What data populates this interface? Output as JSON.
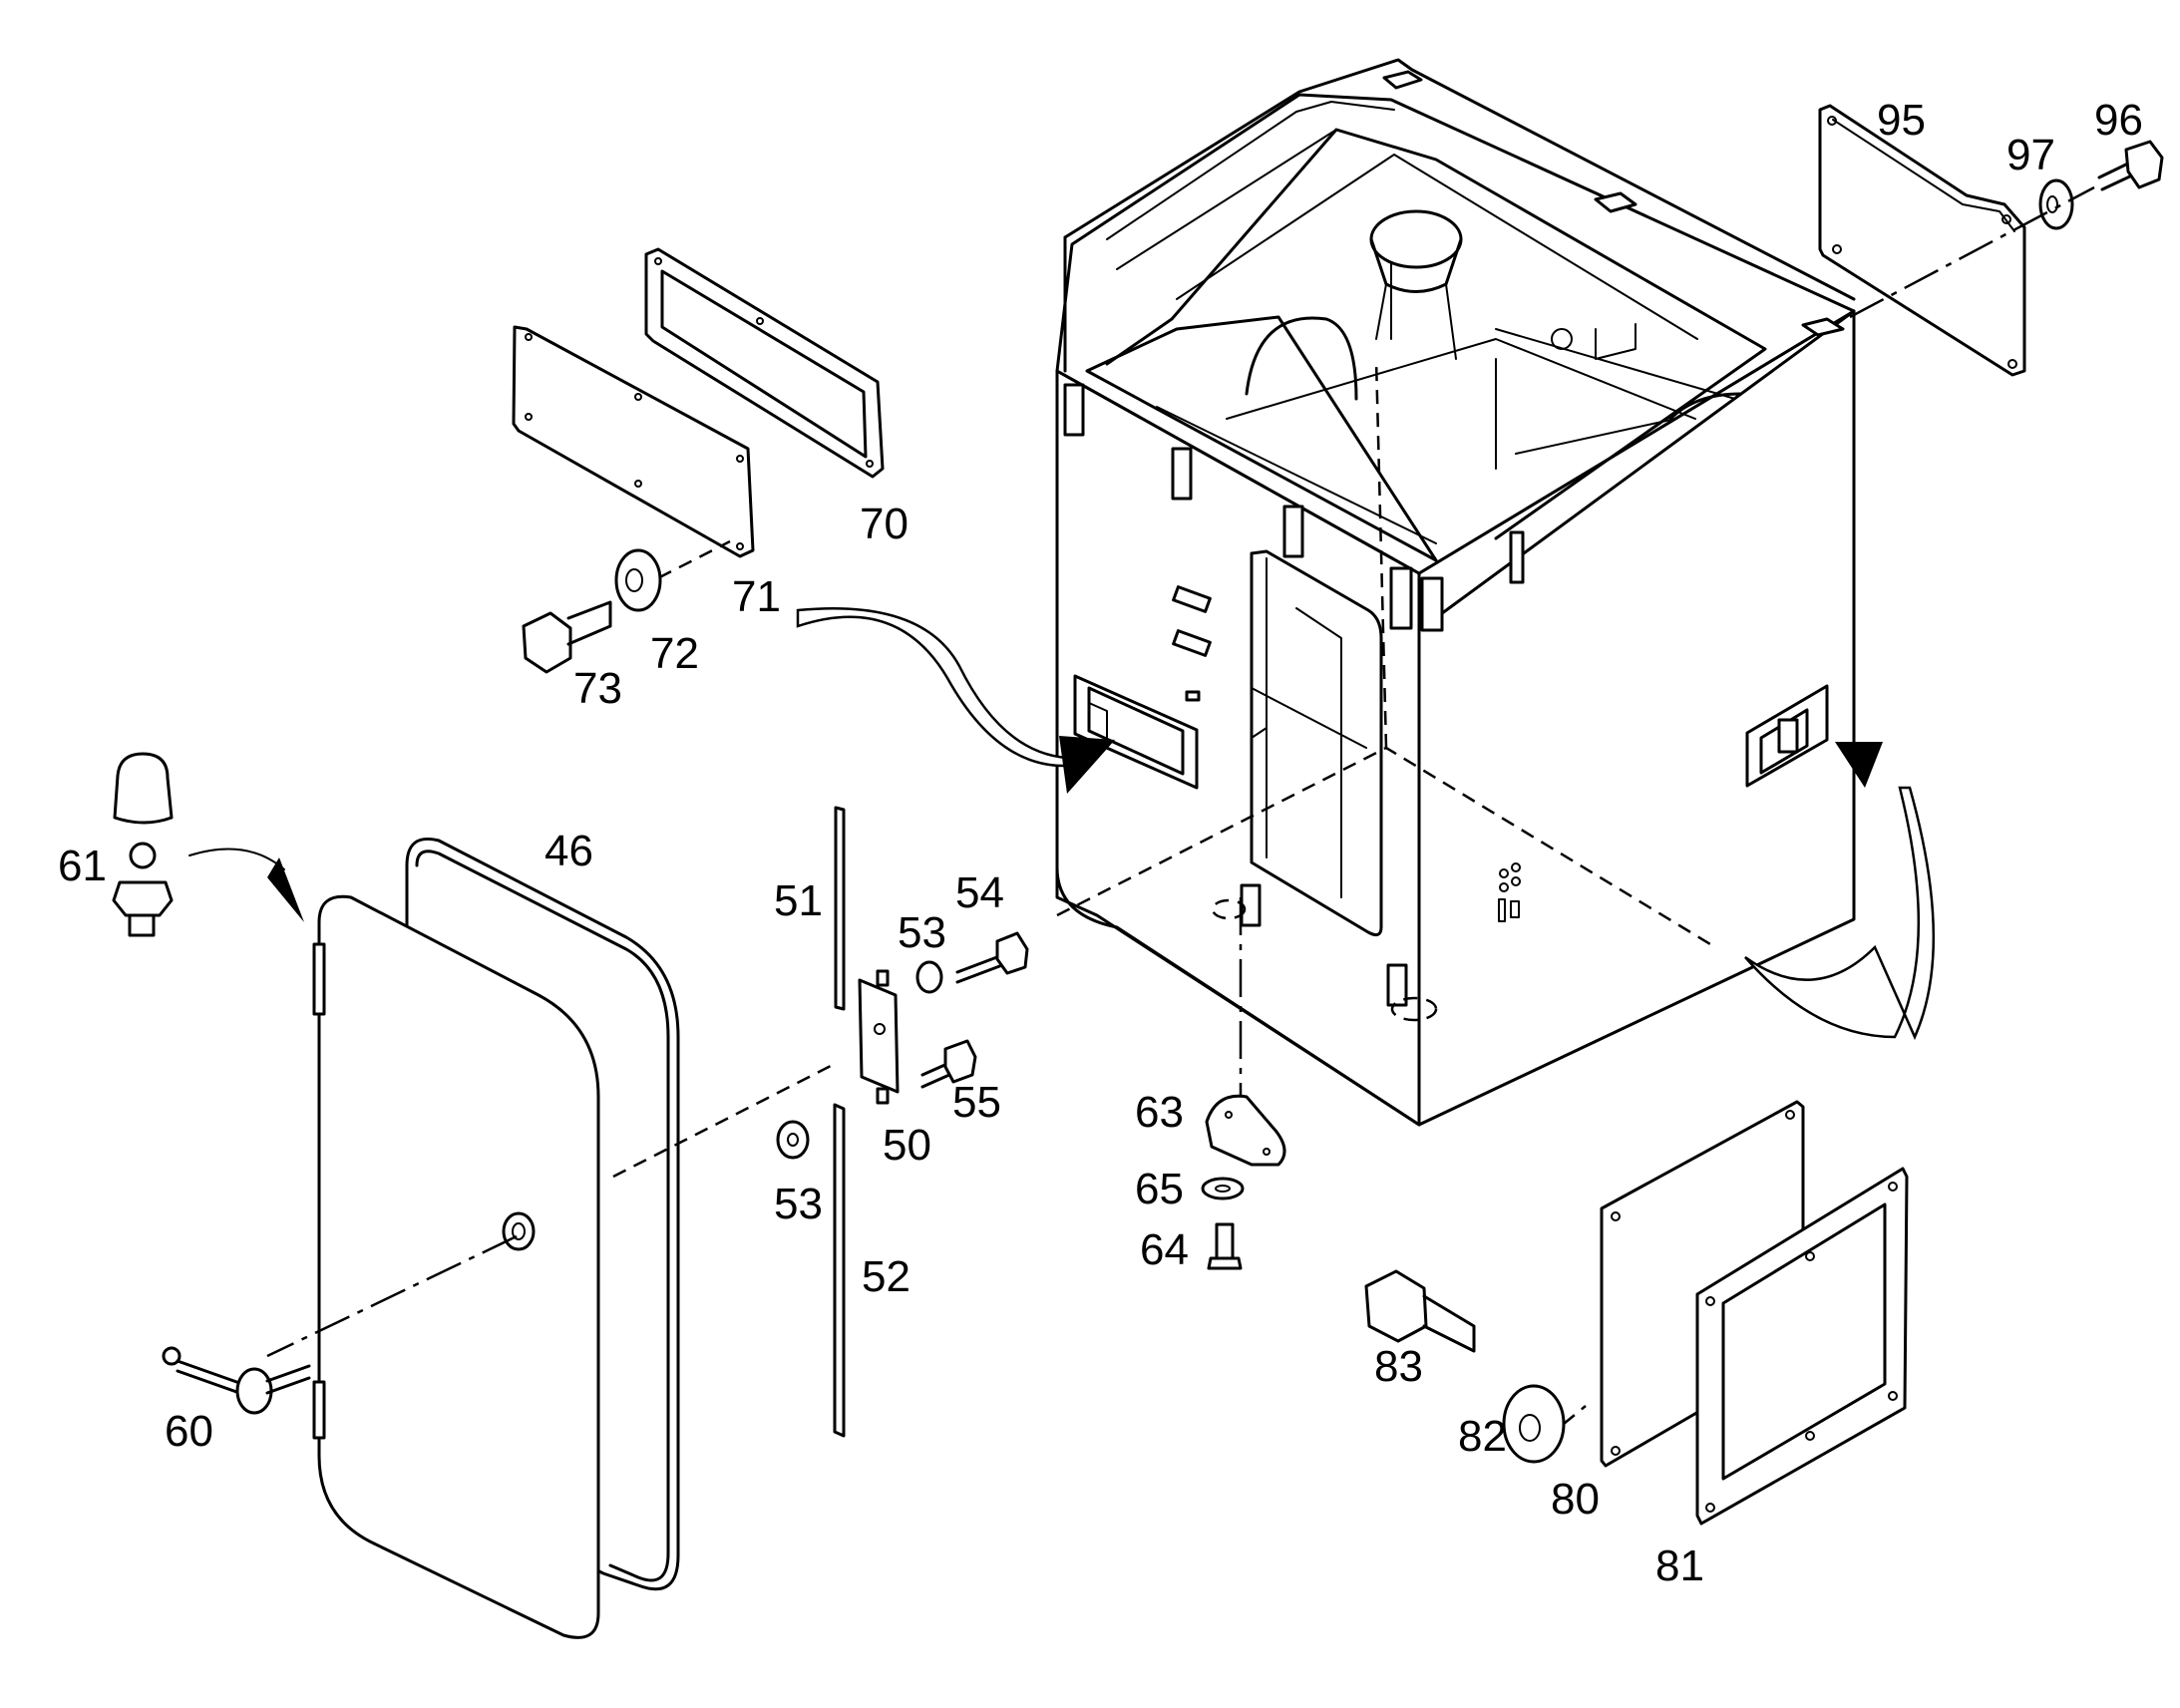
{
  "callouts": {
    "c95": "95",
    "c96": "96",
    "c97": "97",
    "c70": "70",
    "c71": "71",
    "c72": "72",
    "c73": "73",
    "c61": "61",
    "c46": "46",
    "c60": "60",
    "c51": "51",
    "c52": "52",
    "c50": "50",
    "c53a": "53",
    "c53b": "53",
    "c54": "54",
    "c55": "55",
    "c63": "63",
    "c64": "64",
    "c65": "65",
    "c80": "80",
    "c81": "81",
    "c82": "82",
    "c83": "83"
  },
  "colors": {
    "stroke": "#000000",
    "fill": "#ffffff"
  }
}
